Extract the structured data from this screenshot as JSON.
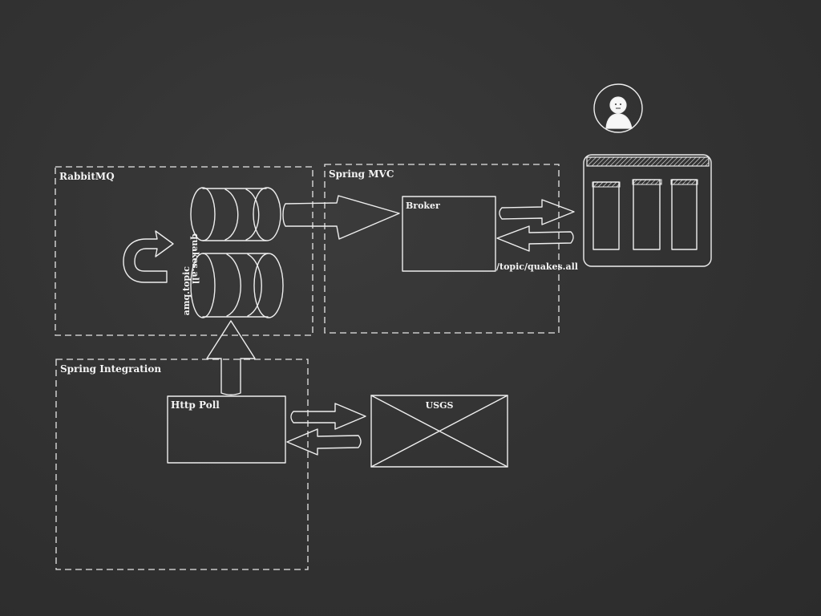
{
  "groups": {
    "rabbitmq": "RabbitMQ",
    "spring_mvc": "Spring MVC",
    "spring_integration": "Spring Integration"
  },
  "queues": {
    "quakes_all": "quakes.all",
    "amq_topic": "amq.topic"
  },
  "nodes": {
    "broker": "Broker",
    "http_poll": "Http Poll",
    "usgs": "USGS"
  },
  "edges": {
    "topic_label": "/topic/quakes.all"
  },
  "icons": {
    "user": "user-icon",
    "browser": "browser-window-icon",
    "cycle": "circular-arrow-icon"
  },
  "colors": {
    "background": "#333333",
    "chalk": "#eeeeee"
  }
}
